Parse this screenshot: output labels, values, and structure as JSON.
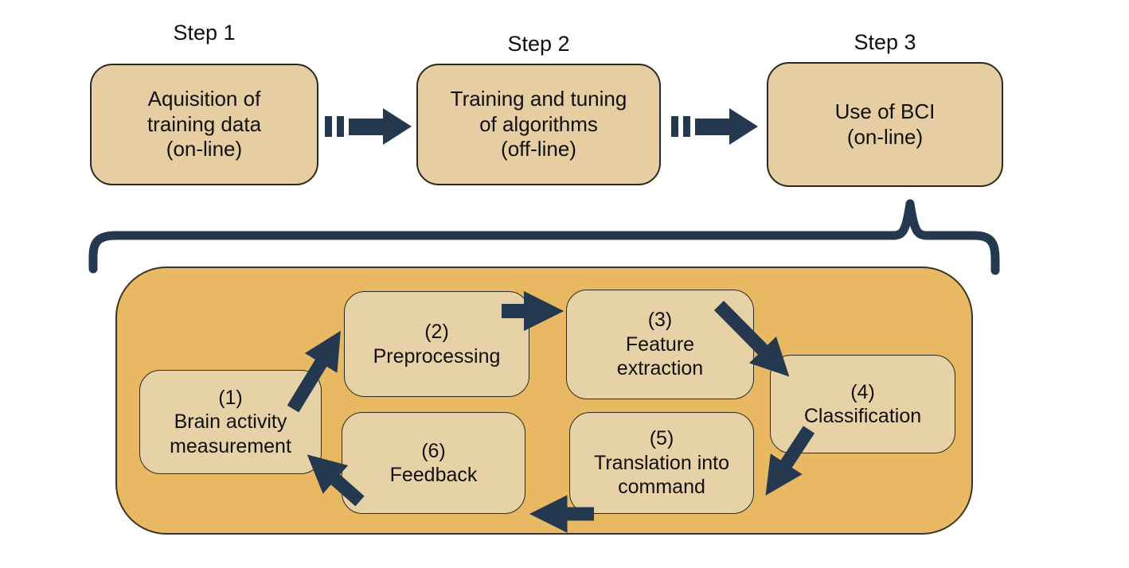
{
  "colors": {
    "navy": "#24394f",
    "step_box_fill": "#e6cda2",
    "container_fill": "#e8b962",
    "inner_box_fill": "#e7d1a6"
  },
  "steps": [
    {
      "label": "Step 1",
      "text": "Aquisition of\ntraining data\n(on-line)"
    },
    {
      "label": "Step 2",
      "text": "Training and tuning\nof algorithms\n(off-line)"
    },
    {
      "label": "Step 3",
      "text": "Use of BCI\n(on-line)"
    }
  ],
  "cycle_stages": [
    {
      "text": "(1)\nBrain activity\nmeasurement"
    },
    {
      "text": "(2)\nPreprocessing"
    },
    {
      "text": "(3)\nFeature\nextraction"
    },
    {
      "text": "(4)\nClassification"
    },
    {
      "text": "(5)\nTranslation into\ncommand"
    },
    {
      "text": "(6)\nFeedback"
    }
  ],
  "icons": {
    "step_arrow": "striped-right-arrow",
    "brace": "curly-brace-cusp-up",
    "cycle_arrow": "thick-navy-arrow"
  }
}
